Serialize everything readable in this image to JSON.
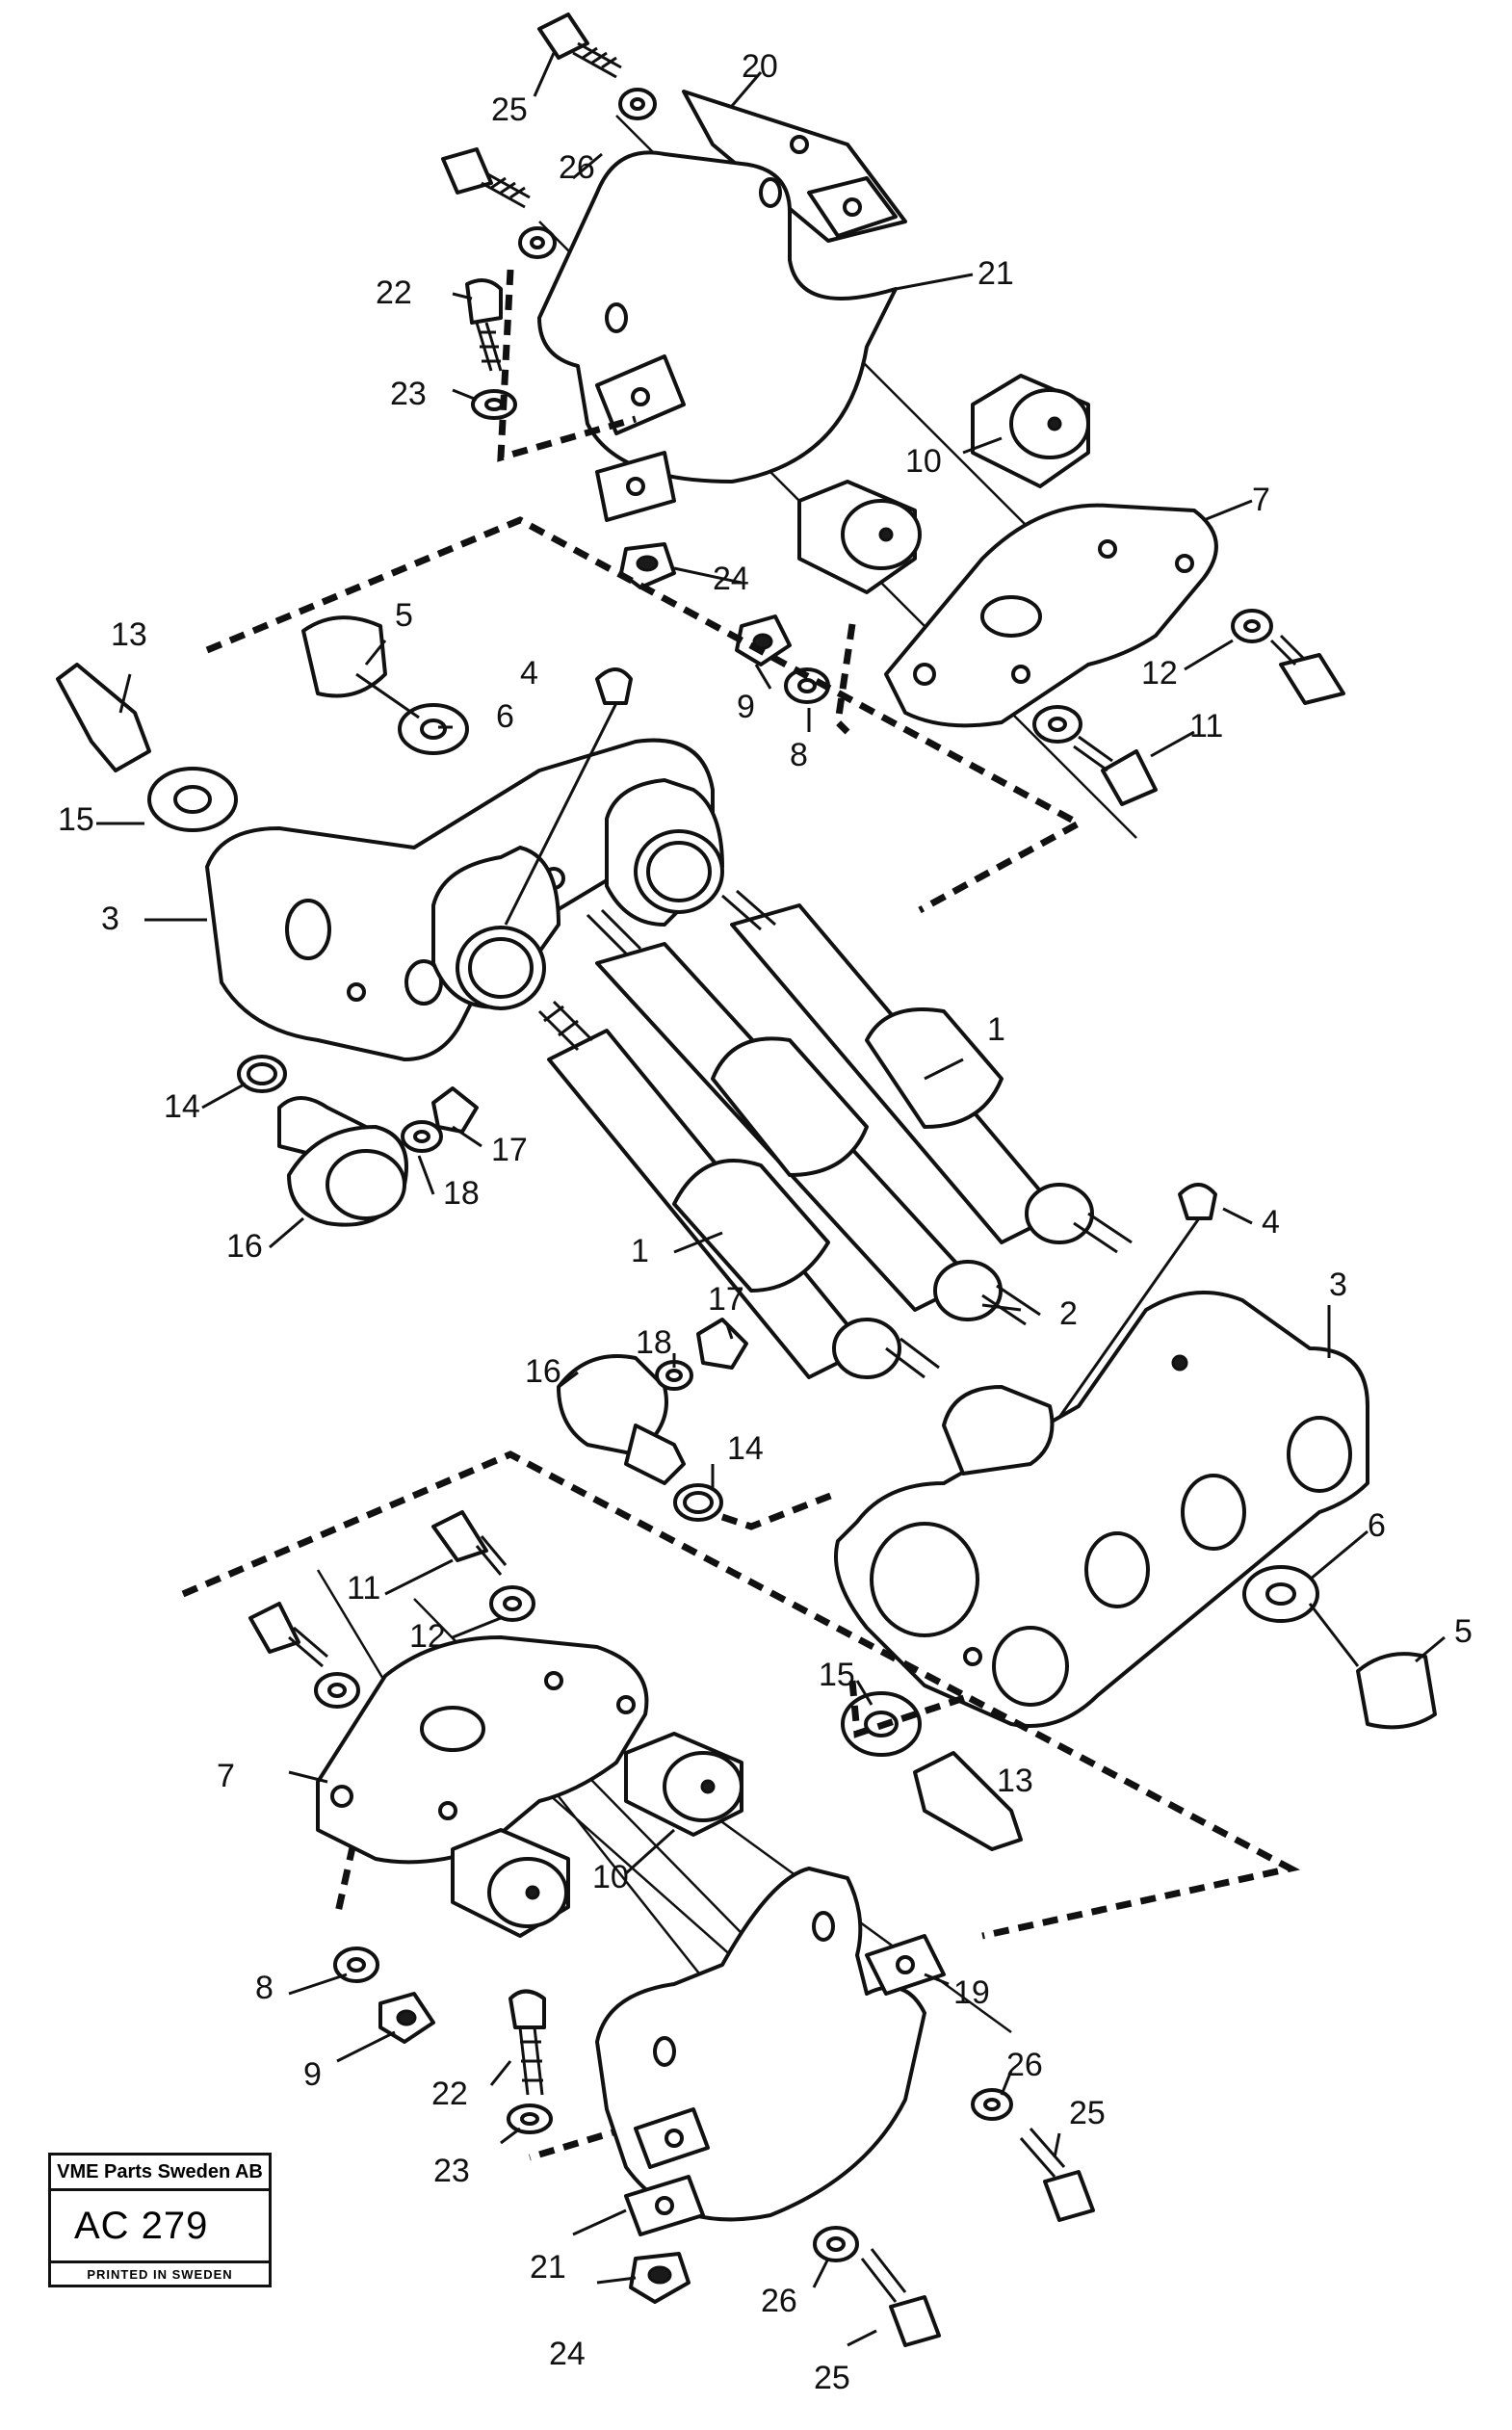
{
  "stamp": {
    "company": "VME Parts Sweden AB",
    "code": "AC 279",
    "printed": "PRINTED IN SWEDEN"
  },
  "callouts": {
    "upper": [
      "25",
      "26",
      "20",
      "21",
      "22",
      "23",
      "10",
      "7",
      "24",
      "12",
      "11",
      "9",
      "8",
      "13",
      "5",
      "4",
      "6",
      "15",
      "3"
    ],
    "middle": [
      "14",
      "17",
      "18",
      "16",
      "1",
      "1",
      "2",
      "4",
      "3",
      "17",
      "18",
      "16",
      "14"
    ],
    "lower": [
      "11",
      "12",
      "6",
      "5",
      "7",
      "15",
      "13",
      "10",
      "19",
      "8",
      "9",
      "22",
      "26",
      "25",
      "23",
      "21",
      "26",
      "24",
      "25"
    ]
  }
}
